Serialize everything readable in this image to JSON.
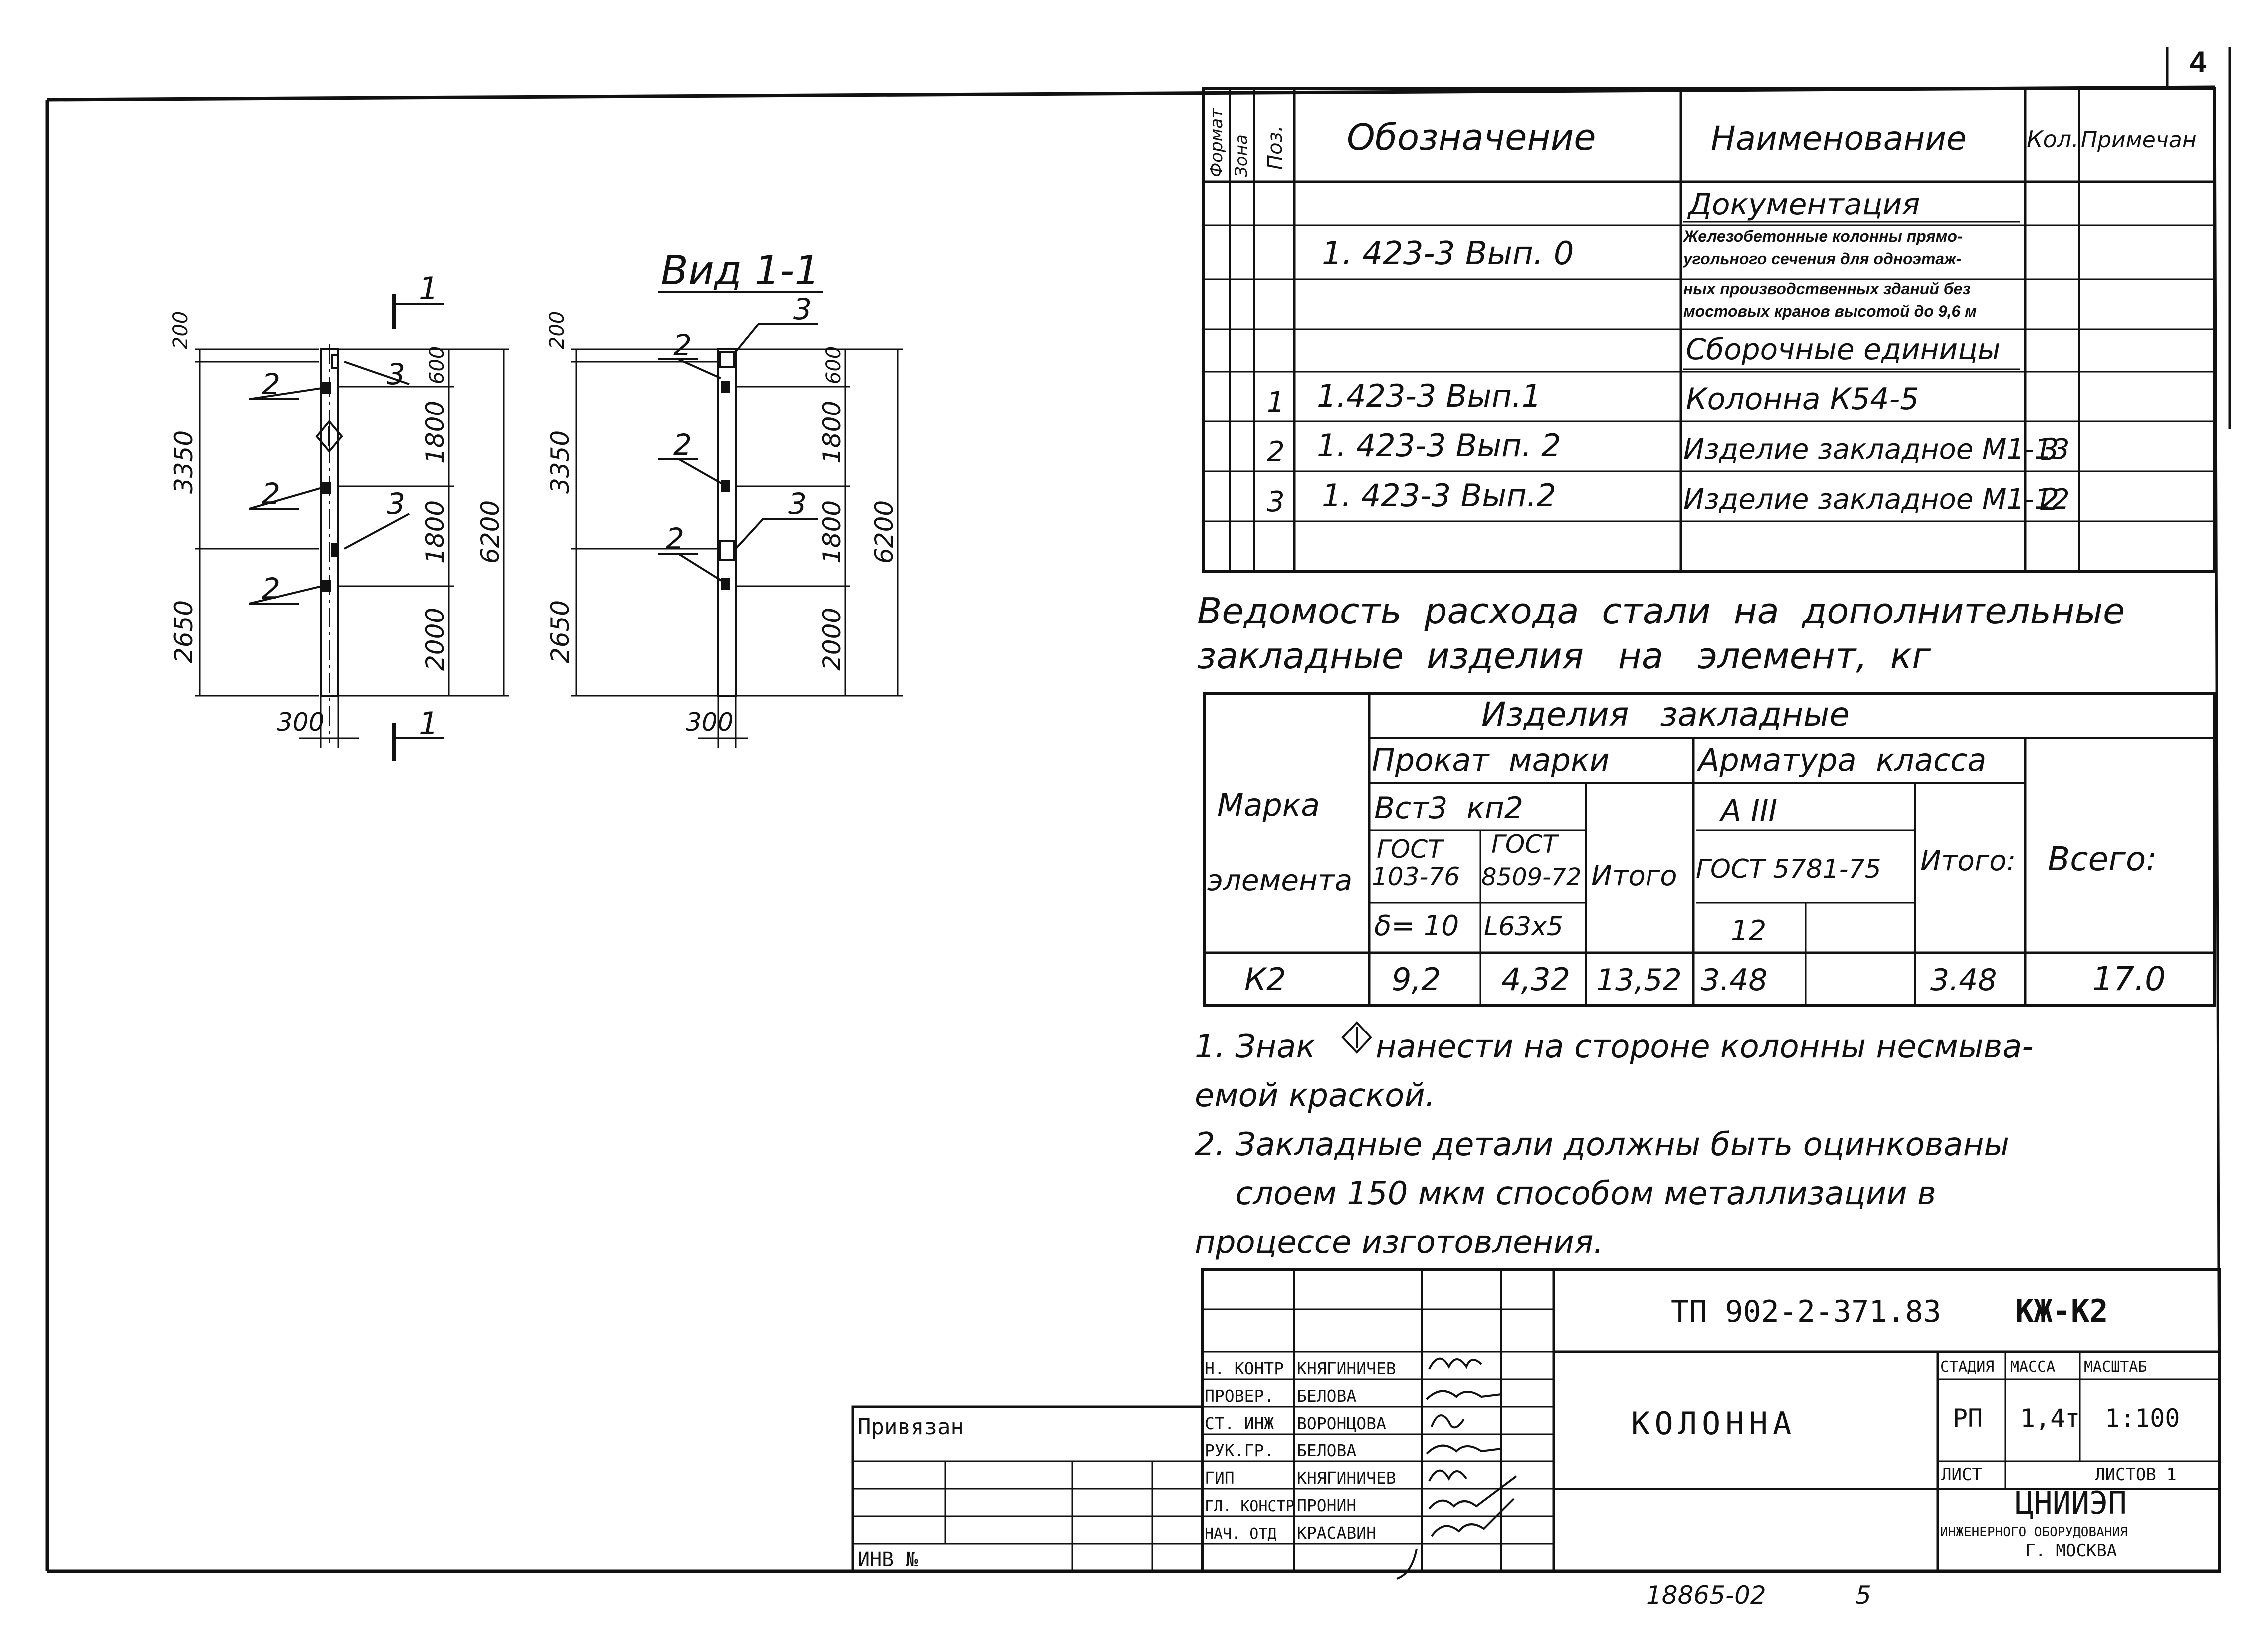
{
  "sheet": {
    "number": "4"
  },
  "views": {
    "left": {
      "section_label": "1",
      "dims_left": [
        "200",
        "3350",
        "2650"
      ],
      "dims_right": [
        "600",
        "1800",
        "1800",
        "2000"
      ],
      "total": "6200",
      "width": "300",
      "callouts": [
        "2",
        "3",
        "2",
        "3",
        "2"
      ]
    },
    "right": {
      "title": "Вид 1-1",
      "dims_left": [
        "200",
        "3350",
        "2650"
      ],
      "dims_right": [
        "600",
        "1800",
        "1800",
        "2000"
      ],
      "total": "6200",
      "width": "300",
      "callouts": [
        "2",
        "3",
        "2",
        "2",
        "3"
      ]
    }
  },
  "spec": {
    "headers": {
      "format": "Формат",
      "zone": "Зона",
      "pos": "Поз.",
      "designation": "Обозначение",
      "name": "Наименование",
      "qty": "Кол.",
      "note": "Примечан"
    },
    "section_docs": "Документация",
    "doc_designation": "1. 423-3 Вып. 0",
    "doc_name_lines": [
      "Железобетонные колонны прямо-",
      "угольного сечения для одноэтаж-",
      "ных производственных зданий без",
      "мостовых кранов высотой до 9,6 м"
    ],
    "section_assemblies": "Сборочные единицы",
    "rows": [
      {
        "pos": "1",
        "designation": "1.423-3  Вып.1",
        "name": "Колонна К54-5",
        "qty": ""
      },
      {
        "pos": "2",
        "designation": "1. 423-3  Вып. 2",
        "name": "Изделие закладное М1-13",
        "qty": "3"
      },
      {
        "pos": "3",
        "designation": "1. 423-3  Вып.2",
        "name": "Изделие закладное М1-12",
        "qty": "2"
      }
    ]
  },
  "steel": {
    "title_line1": "Ведомость  расхода  стали  на  дополнительные",
    "title_line2": "закладные  изделия   на   элемент,  кг",
    "h_mark1": "Марка",
    "h_mark2": "элемента",
    "h_embedded": "Изделия   закладные",
    "h_rolled": "Прокат  марки",
    "h_rebar": "Арматура  класса",
    "h_steel_grade": "Вст3  кп2",
    "h_rebar_class": "А III",
    "h_gost1a": "ГОСТ",
    "h_gost1b": "103-76",
    "h_gost2a": "ГОСТ",
    "h_gost2b": "8509-72",
    "h_total": "Итого",
    "h_gost3": "ГОСТ 5781-75",
    "h_total2": "Итого:",
    "h_grand": "Всего:",
    "h_delta": "δ= 10",
    "h_angle": "L63x5",
    "h_d12": "12",
    "row": {
      "mark": "К2",
      "v1": "9,2",
      "v2": "4,32",
      "sum1": "13,52",
      "v3": "3.48",
      "v4": "",
      "sum2": "3.48",
      "total": "17.0"
    }
  },
  "notes": {
    "n1_a": "1. Знак",
    "n1_b": "нанести на стороне колонны несмыва-",
    "n1_c": "емой  краской.",
    "n2_a": "2. Закладные  детали  должны  быть  оцинкованы",
    "n2_b": "слоем 150 мкм  способом  металлизации  в",
    "n2_c": "процессе   изготовления."
  },
  "title_block": {
    "code": "ТП 902-2-371.83",
    "mark": "КЖ-К2",
    "drawing_name": "КОЛОННА",
    "stage_label": "СТАДИЯ",
    "mass_label": "МАССА",
    "scale_label": "МАСШТАБ",
    "stage": "РП",
    "mass": "1,4т",
    "scale": "1:100",
    "sheet_label": "ЛИСТ",
    "sheets_label": "ЛИСТОВ 1",
    "org_name": "ЦНИИЭП",
    "org_sub": "ИНЖЕНЕРНОГО ОБОРУДОВАНИЯ",
    "org_city": "Г. МОСКВА",
    "signatures": [
      {
        "role": "Н. КОНТР",
        "name": "КНЯГИНИЧЕВ"
      },
      {
        "role": "ПРОВЕР.",
        "name": "БЕЛОВА"
      },
      {
        "role": "СТ. ИНЖ",
        "name": "ВОРОНЦОВА"
      },
      {
        "role": "РУК.ГР.",
        "name": "БЕЛОВА"
      },
      {
        "role": "ГИП",
        "name": "КНЯГИНИЧЕВ"
      },
      {
        "role": "ГЛ. КОНСТР",
        "name": "ПРОНИН"
      },
      {
        "role": "НАЧ. ОТД",
        "name": "КРАСАВИН"
      }
    ],
    "privyazan": "Привязан",
    "inv": "ИНВ №"
  },
  "footer": {
    "code": "18865-02",
    "page": "5"
  }
}
